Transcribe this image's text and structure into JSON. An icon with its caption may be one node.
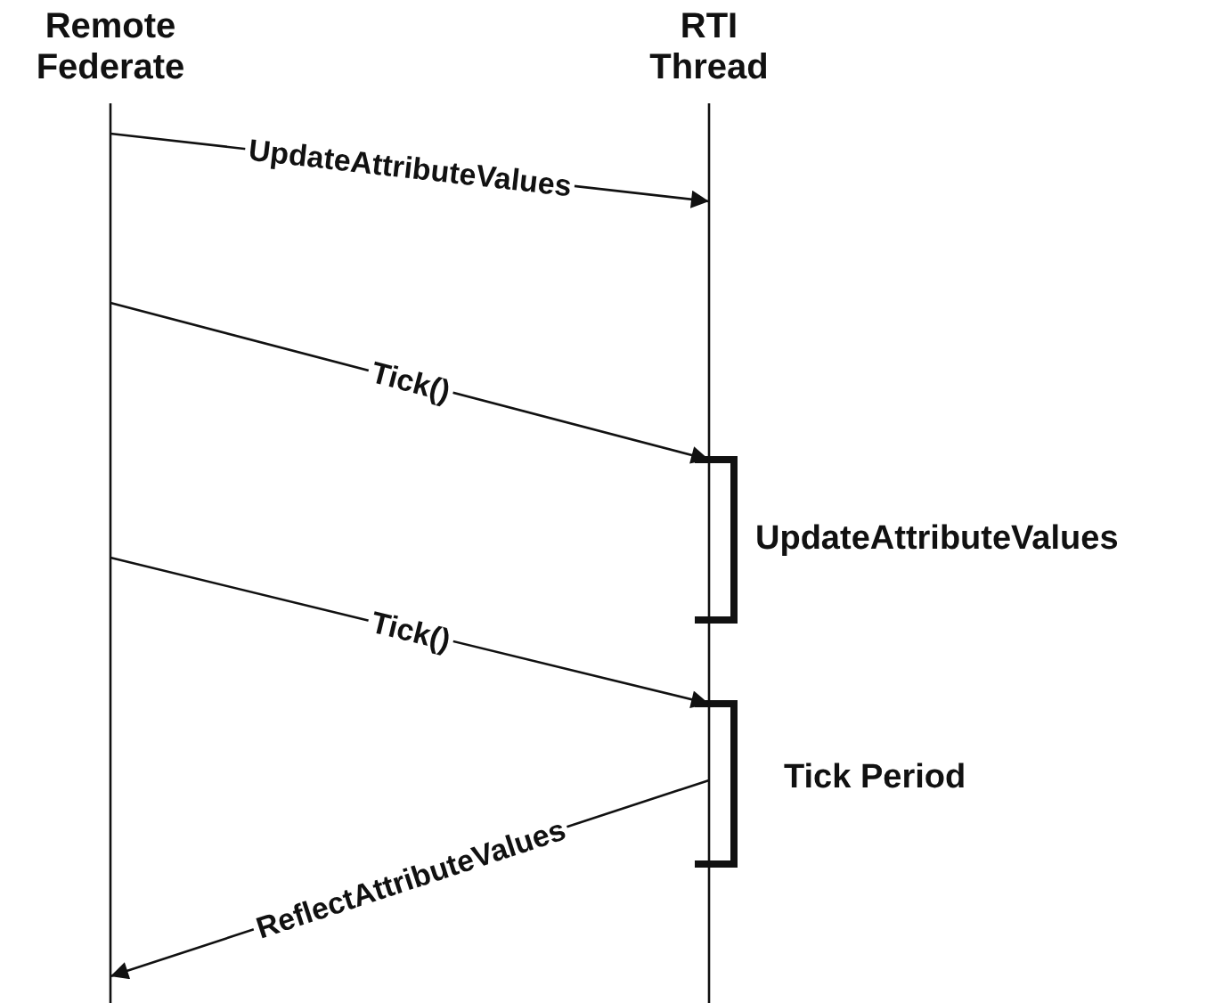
{
  "diagram": {
    "nodes": [
      {
        "text": [
          "Remote Federate"
        ]
      },
      {
        "text": [
          "RTI Thread"
        ]
      }
    ],
    "edges": [
      {
        "from": 0,
        "to": 1,
        "arrow": "to",
        "label": "UpdateAttributeValues"
      },
      {
        "from": 0,
        "to": 1,
        "arrow": "to",
        "label": "Tick()"
      },
      {
        "from": 0,
        "to": 1,
        "arrow": "to",
        "label": "Tick()"
      },
      {
        "from": 1,
        "to": 0,
        "arrow": "to",
        "label": "ReflectAttributeValues"
      }
    ],
    "labels": [
      "UpdateAttributeValues",
      "Tick Period"
    ]
  }
}
